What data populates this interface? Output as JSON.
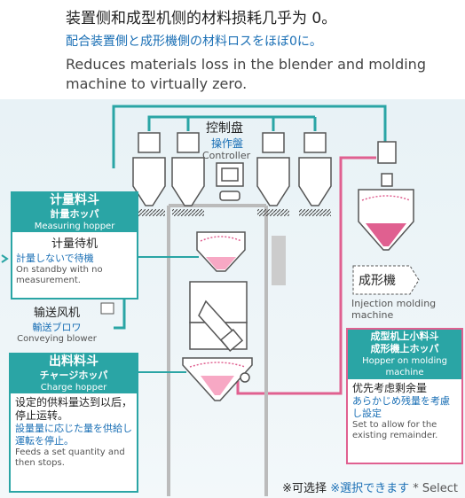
{
  "header": {
    "cn": "装置侧和成型机侧的材料损耗几乎为 0。",
    "jp": "配合装置側と成形機側の材料ロスをほぼ0に。",
    "en": "Reduces materials loss in the blender and molding machine to virtually zero."
  },
  "control_panel": {
    "cn": "控制盘",
    "jp": "操作盤",
    "en": "Controller"
  },
  "metering_hopper": {
    "cn": "计量料斗",
    "jp": "計量ホッパ",
    "en": "Measuring hopper",
    "standby_cn": "计量待机",
    "standby_jp": "計量しないで待機",
    "standby_en": "On standby with no measurement."
  },
  "conveying_blower": {
    "cn": "输送风机",
    "jp": "輸送ブロワ",
    "en": "Conveying blower"
  },
  "charge_hopper": {
    "cn": "出料料斗",
    "jp": "チャージホッパ",
    "en": "Charge hopper",
    "desc_cn": "设定的供料量达到以后，停止运转。",
    "desc_jp": "設量量に応じた量を供給し運転を停止。",
    "desc_en": "Feeds a set quantity and then stops."
  },
  "injection_machine": {
    "cn": "成形機",
    "en": "Injection molding machine"
  },
  "molding_hopper": {
    "cn": "成型机上小料斗",
    "jp": "成形機上ホッパ",
    "en": "Hopper on molding machine",
    "desc_cn": "优先考虑剩余量",
    "desc_jp": "あらかじめ残量を考慮し設定",
    "desc_en": "Set to allow for the existing remainder."
  },
  "footnote": {
    "cn": "※可选择",
    "jp": "※選択できます",
    "en": "* Select"
  },
  "colors": {
    "teal": "#2aa5a5",
    "pink": "#e06090",
    "blue": "#1a6fb5"
  }
}
